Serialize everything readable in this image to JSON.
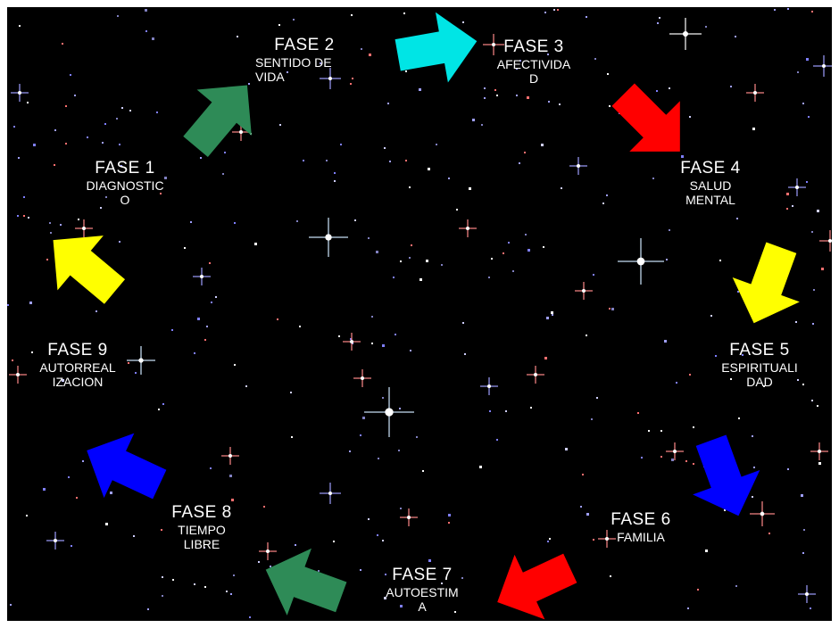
{
  "phases": [
    {
      "title": "FASE 1",
      "subtitle": "DIAGNOSTIC\nO"
    },
    {
      "title": "FASE 2",
      "subtitle": "SENTIDO DE\nVIDA"
    },
    {
      "title": "FASE 3",
      "subtitle": "AFECTIVIDA\nD"
    },
    {
      "title": "FASE 4",
      "subtitle": "SALUD\nMENTAL"
    },
    {
      "title": "FASE 5",
      "subtitle": "ESPIRITUALI\nDAD"
    },
    {
      "title": "FASE 6",
      "subtitle": "FAMILIA"
    },
    {
      "title": "FASE 7",
      "subtitle": "AUTOESTIM\nA"
    },
    {
      "title": "FASE 8",
      "subtitle": "TIEMPO\nLIBRE"
    },
    {
      "title": "FASE 9",
      "subtitle": "AUTORREAL\nIZACION"
    }
  ],
  "arrows": [
    {
      "color": "#00e5e5"
    },
    {
      "color": "#ff0000"
    },
    {
      "color": "#ffff00"
    },
    {
      "color": "#0000ff"
    },
    {
      "color": "#ff0000"
    },
    {
      "color": "#2e8b57"
    },
    {
      "color": "#0000ff"
    },
    {
      "color": "#ffff00"
    },
    {
      "color": "#2e8b57"
    }
  ],
  "background_color": "#000000"
}
